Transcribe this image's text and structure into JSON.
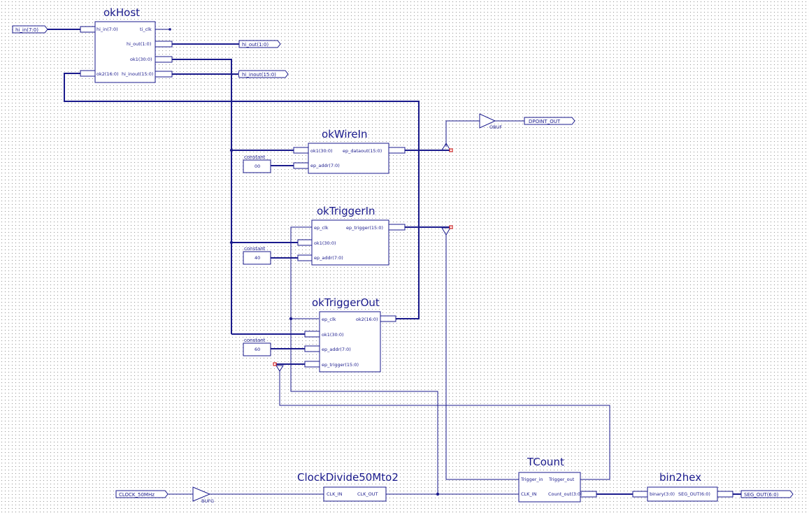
{
  "blocks": {
    "okhost": {
      "title": "okHost",
      "pins": [
        "hi_in(7:0)",
        "ti_clk",
        "hi_out(1:0)",
        "ok1(30:0)",
        "ok2(16:0)",
        "hi_inout(15:0)"
      ]
    },
    "okwirein": {
      "title": "okWireIn",
      "pins": [
        "ok1(30:0)",
        "ep_dataout(15:0)",
        "ep_addr(7:0)"
      ]
    },
    "oktriggerin": {
      "title": "okTriggerIn",
      "pins": [
        "ep_clk",
        "ep_trigger(15:0)",
        "ok1(30:0)",
        "ep_addr(7:0)"
      ]
    },
    "oktriggerout": {
      "title": "okTriggerOut",
      "pins": [
        "ep_clk",
        "ok2(16:0)",
        "ok1(30:0)",
        "ep_addr(7:0)",
        "ep_trigger(15:0)"
      ]
    },
    "clockdivide": {
      "title": "ClockDivide50Mto2",
      "pins": [
        "CLK_IN",
        "CLK_OUT"
      ]
    },
    "tcount": {
      "title": "TCount",
      "pins": [
        "Trigger_in",
        "Trigger_out",
        "CLK_IN",
        "Count_out(3:0)"
      ]
    },
    "bin2hex": {
      "title": "bin2hex",
      "pins": [
        "binary(3:0)",
        "SEG_OUT(6:0)"
      ]
    }
  },
  "ports": {
    "hi_in": "hi_in(7:0)",
    "hi_out": "hi_out(1:0)",
    "hi_inout": "hi_inout(15:0)",
    "dpoint_out": "DPOINT_OUT",
    "clock": "CLOCK_50MHz",
    "seg_out": "SEG_OUT(6:0)"
  },
  "constants": {
    "label": "constant",
    "wirein_value": "00",
    "triggerin_value": "40",
    "triggerout_value": "60"
  },
  "buffers": {
    "obuf": "OBUF",
    "bufg": "BUFG"
  },
  "colors": {
    "wire": "#1a1a8c",
    "marker": "#cc0000",
    "grid": "#9a9a9a"
  }
}
